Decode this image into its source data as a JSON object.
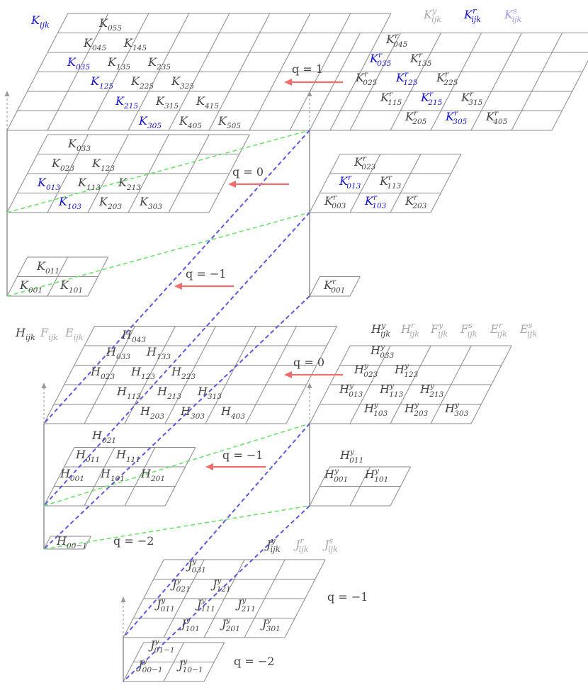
{
  "legend": {
    "top_left": [
      {
        "base": "K",
        "sub": "ijk",
        "color": "blue"
      }
    ],
    "top_right": [
      {
        "base": "K",
        "sup": "y",
        "sub": "ijk",
        "color": "light"
      },
      {
        "base": "K",
        "sup": "r",
        "sub": "ijk",
        "color": "blue"
      },
      {
        "base": "K",
        "sup": "s",
        "sub": "ijk",
        "color": "lightblue"
      }
    ],
    "mid_left": [
      {
        "base": "H",
        "sub": "ijk",
        "color": "gray"
      },
      {
        "base": "F",
        "sub": "ijk",
        "color": "light"
      },
      {
        "base": "E",
        "sub": "ijk",
        "color": "light"
      }
    ],
    "mid_right": [
      {
        "base": "H",
        "sup": "y",
        "sub": "ijk",
        "color": "gray"
      },
      {
        "base": "H",
        "sup": "r",
        "sub": "ijk",
        "color": "light"
      },
      {
        "base": "F",
        "sup": "y",
        "sub": "ijk",
        "color": "light"
      },
      {
        "base": "F",
        "sup": "s",
        "sub": "ijk",
        "color": "light"
      },
      {
        "base": "E",
        "sup": "r",
        "sub": "ijk",
        "color": "light"
      },
      {
        "base": "E",
        "sup": "s",
        "sub": "ijk",
        "color": "light"
      }
    ],
    "bottom": [
      {
        "base": "J",
        "sup": "y",
        "sub": "ijk",
        "color": "gray"
      },
      {
        "base": "J",
        "sup": "r",
        "sub": "ijk",
        "color": "light"
      },
      {
        "base": "J",
        "sup": "s",
        "sub": "ijk",
        "color": "light"
      }
    ]
  },
  "q_labels": [
    "q = 1",
    "q = 0",
    "q = −1",
    "q = 0",
    "q = −1",
    "q = −2",
    "q = −1",
    "q = −2"
  ],
  "cells": {
    "K_left_q1": [
      {
        "base": "K",
        "sub": "055",
        "color": "gray"
      },
      {
        "base": "K",
        "sub": "045",
        "color": "gray"
      },
      {
        "base": "K",
        "sub": "145",
        "color": "gray"
      },
      {
        "base": "K",
        "sub": "035",
        "color": "blue"
      },
      {
        "base": "K",
        "sub": "135",
        "color": "gray"
      },
      {
        "base": "K",
        "sub": "235",
        "color": "gray"
      },
      {
        "base": "K",
        "sub": "125",
        "color": "blue"
      },
      {
        "base": "K",
        "sub": "225",
        "color": "gray"
      },
      {
        "base": "K",
        "sub": "325",
        "color": "gray"
      },
      {
        "base": "K",
        "sub": "215",
        "color": "blue"
      },
      {
        "base": "K",
        "sub": "315",
        "color": "gray"
      },
      {
        "base": "K",
        "sub": "415",
        "color": "gray"
      },
      {
        "base": "K",
        "sub": "305",
        "color": "blue"
      },
      {
        "base": "K",
        "sub": "405",
        "color": "gray"
      },
      {
        "base": "K",
        "sub": "505",
        "color": "gray"
      }
    ],
    "K_left_q0": [
      {
        "base": "K",
        "sub": "033",
        "color": "gray"
      },
      {
        "base": "K",
        "sub": "023",
        "color": "gray"
      },
      {
        "base": "K",
        "sub": "123",
        "color": "gray"
      },
      {
        "base": "K",
        "sub": "013",
        "color": "blue"
      },
      {
        "base": "K",
        "sub": "113",
        "color": "gray"
      },
      {
        "base": "K",
        "sub": "213",
        "color": "gray"
      },
      {
        "base": "K",
        "sub": "103",
        "color": "blue"
      },
      {
        "base": "K",
        "sub": "203",
        "color": "gray"
      },
      {
        "base": "K",
        "sub": "303",
        "color": "gray"
      }
    ],
    "K_left_qm1": [
      {
        "base": "K",
        "sub": "011",
        "color": "gray"
      },
      {
        "base": "K",
        "sub": "001",
        "color": "gray"
      },
      {
        "base": "K",
        "sub": "101",
        "color": "gray"
      }
    ],
    "K_right_q1": [
      {
        "base": "K",
        "sup": "r",
        "sub": "045",
        "color": "gray"
      },
      {
        "base": "K",
        "sup": "r",
        "sub": "035",
        "color": "blue"
      },
      {
        "base": "K",
        "sup": "r",
        "sub": "135",
        "color": "gray"
      },
      {
        "base": "K",
        "sup": "r",
        "sub": "025",
        "color": "gray"
      },
      {
        "base": "K",
        "sup": "r",
        "sub": "125",
        "color": "blue"
      },
      {
        "base": "K",
        "sup": "r",
        "sub": "225",
        "color": "gray"
      },
      {
        "base": "K",
        "sup": "r",
        "sub": "115",
        "color": "gray"
      },
      {
        "base": "K",
        "sup": "r",
        "sub": "215",
        "color": "blue"
      },
      {
        "base": "K",
        "sup": "r",
        "sub": "315",
        "color": "gray"
      },
      {
        "base": "K",
        "sup": "r",
        "sub": "205",
        "color": "gray"
      },
      {
        "base": "K",
        "sup": "r",
        "sub": "305",
        "color": "blue"
      },
      {
        "base": "K",
        "sup": "r",
        "sub": "405",
        "color": "gray"
      }
    ],
    "K_right_q0": [
      {
        "base": "K",
        "sup": "r",
        "sub": "023",
        "color": "gray"
      },
      {
        "base": "K",
        "sup": "r",
        "sub": "013",
        "color": "blue"
      },
      {
        "base": "K",
        "sup": "r",
        "sub": "113",
        "color": "gray"
      },
      {
        "base": "K",
        "sup": "r",
        "sub": "003",
        "color": "gray"
      },
      {
        "base": "K",
        "sup": "r",
        "sub": "103",
        "color": "blue"
      },
      {
        "base": "K",
        "sup": "r",
        "sub": "203",
        "color": "gray"
      }
    ],
    "K_right_qm1": [
      {
        "base": "K",
        "sup": "r",
        "sub": "001",
        "color": "gray"
      }
    ],
    "H_left_q0": [
      {
        "base": "H",
        "sub": "043",
        "color": "gray"
      },
      {
        "base": "H",
        "sub": "033",
        "color": "gray"
      },
      {
        "base": "H",
        "sub": "133",
        "color": "gray"
      },
      {
        "base": "H",
        "sub": "023",
        "color": "gray"
      },
      {
        "base": "H",
        "sub": "123",
        "color": "gray"
      },
      {
        "base": "H",
        "sub": "223",
        "color": "gray"
      },
      {
        "base": "H",
        "sub": "113",
        "color": "gray"
      },
      {
        "base": "H",
        "sub": "213",
        "color": "gray"
      },
      {
        "base": "H",
        "sub": "313",
        "color": "gray"
      },
      {
        "base": "H",
        "sub": "203",
        "color": "gray"
      },
      {
        "base": "H",
        "sub": "303",
        "color": "gray"
      },
      {
        "base": "H",
        "sub": "403",
        "color": "gray"
      }
    ],
    "H_left_qm1": [
      {
        "base": "H",
        "sub": "021",
        "color": "gray"
      },
      {
        "base": "H",
        "sub": "011",
        "color": "gray"
      },
      {
        "base": "H",
        "sub": "111",
        "color": "gray"
      },
      {
        "base": "H",
        "sub": "001",
        "color": "gray"
      },
      {
        "base": "H",
        "sub": "101",
        "color": "gray"
      },
      {
        "base": "H",
        "sub": "201",
        "color": "gray"
      }
    ],
    "H_left_qm2": [
      {
        "base": "H",
        "sub": "00−1",
        "color": "gray"
      }
    ],
    "H_right_q0": [
      {
        "base": "H",
        "sup": "y",
        "sub": "033",
        "color": "gray"
      },
      {
        "base": "H",
        "sup": "y",
        "sub": "023",
        "color": "gray"
      },
      {
        "base": "H",
        "sup": "y",
        "sub": "123",
        "color": "gray"
      },
      {
        "base": "H",
        "sup": "y",
        "sub": "013",
        "color": "gray"
      },
      {
        "base": "H",
        "sup": "y",
        "sub": "113",
        "color": "gray"
      },
      {
        "base": "H",
        "sup": "y",
        "sub": "213",
        "color": "gray"
      },
      {
        "base": "H",
        "sup": "y",
        "sub": "103",
        "color": "gray"
      },
      {
        "base": "H",
        "sup": "y",
        "sub": "203",
        "color": "gray"
      },
      {
        "base": "H",
        "sup": "y",
        "sub": "303",
        "color": "gray"
      }
    ],
    "H_right_qm1": [
      {
        "base": "H",
        "sup": "y",
        "sub": "011",
        "color": "gray"
      },
      {
        "base": "H",
        "sup": "y",
        "sub": "001",
        "color": "gray"
      },
      {
        "base": "H",
        "sup": "y",
        "sub": "101",
        "color": "gray"
      }
    ],
    "J_qm1": [
      {
        "base": "J",
        "sup": "y",
        "sub": "031",
        "color": "gray"
      },
      {
        "base": "J",
        "sup": "y",
        "sub": "021",
        "color": "gray"
      },
      {
        "base": "J",
        "sup": "y",
        "sub": "121",
        "color": "gray"
      },
      {
        "base": "J",
        "sup": "y",
        "sub": "011",
        "color": "gray"
      },
      {
        "base": "J",
        "sup": "y",
        "sub": "111",
        "color": "gray"
      },
      {
        "base": "J",
        "sup": "y",
        "sub": "211",
        "color": "gray"
      },
      {
        "base": "J",
        "sup": "y",
        "sub": "101",
        "color": "gray"
      },
      {
        "base": "J",
        "sup": "y",
        "sub": "201",
        "color": "gray"
      },
      {
        "base": "J",
        "sup": "y",
        "sub": "301",
        "color": "gray"
      }
    ],
    "J_qm2": [
      {
        "base": "J",
        "sup": "y",
        "sub": "01−1",
        "color": "gray"
      },
      {
        "base": "J",
        "sup": "y",
        "sub": "00−1",
        "color": "gray"
      },
      {
        "base": "J",
        "sup": "y",
        "sub": "10−1",
        "color": "gray"
      }
    ]
  },
  "colors": {
    "gray": "#444444",
    "blue": "#1414d2",
    "light": "#a8a8a8",
    "lightblue": "#9c9cf0",
    "grid": "#8a8a8a",
    "green_dash": "#6de26d",
    "blue_dash": "#5a5ae6",
    "red_arrow": "#ef6d6d"
  }
}
